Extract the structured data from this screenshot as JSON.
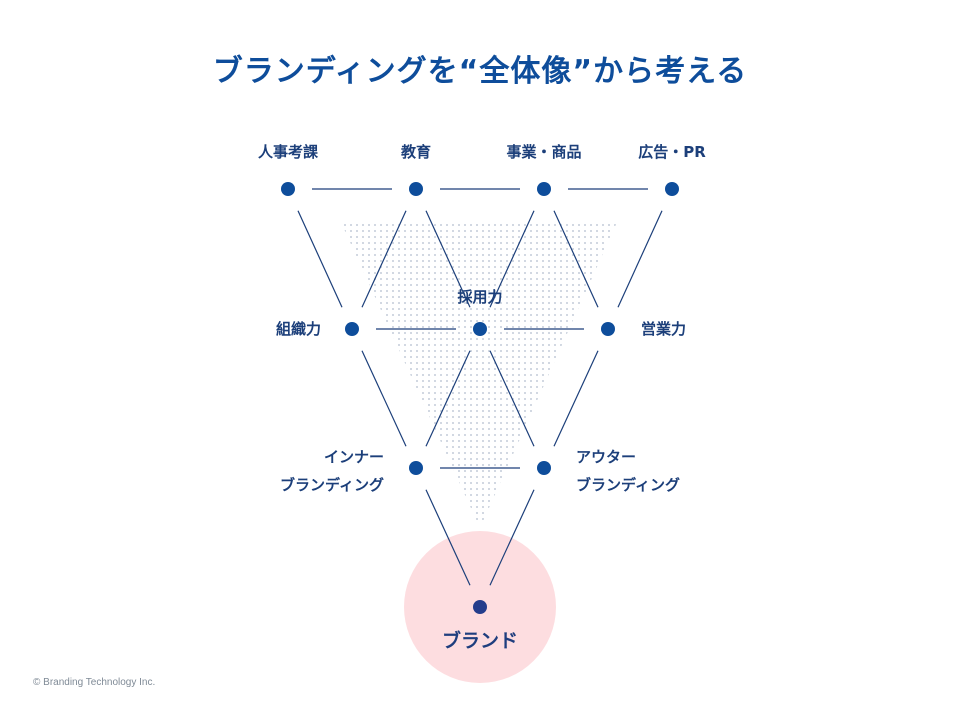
{
  "title": "ブランディングを“全体像”から考える",
  "colors": {
    "primary": "#0e4d9b",
    "line": "#1c3f7a",
    "dot_pattern": "#c3ccd8",
    "brand_circle": "#fddde0",
    "brand_dot": "#243d8c",
    "brand_text": "#1f3e7e"
  },
  "nodes": [
    {
      "id": "hr",
      "label": [
        "人事考課"
      ]
    },
    {
      "id": "edu",
      "label": [
        "教育"
      ]
    },
    {
      "id": "biz",
      "label": [
        "事業・商品"
      ]
    },
    {
      "id": "ad",
      "label": [
        "広告・PR"
      ]
    },
    {
      "id": "org",
      "label": [
        "組織力"
      ]
    },
    {
      "id": "recruit",
      "label": [
        "採用力"
      ]
    },
    {
      "id": "sales",
      "label": [
        "営業力"
      ]
    },
    {
      "id": "inner",
      "label": [
        "インナー",
        "ブランディング"
      ]
    },
    {
      "id": "outer",
      "label": [
        "アウター",
        "ブランディング"
      ]
    },
    {
      "id": "brand",
      "label": [
        "ブランド"
      ]
    }
  ],
  "edges": [
    [
      "hr",
      "edu"
    ],
    [
      "edu",
      "biz"
    ],
    [
      "biz",
      "ad"
    ],
    [
      "hr",
      "org"
    ],
    [
      "edu",
      "org"
    ],
    [
      "edu",
      "recruit"
    ],
    [
      "biz",
      "recruit"
    ],
    [
      "biz",
      "sales"
    ],
    [
      "ad",
      "sales"
    ],
    [
      "org",
      "recruit"
    ],
    [
      "recruit",
      "sales"
    ],
    [
      "org",
      "inner"
    ],
    [
      "recruit",
      "inner"
    ],
    [
      "recruit",
      "outer"
    ],
    [
      "sales",
      "outer"
    ],
    [
      "inner",
      "outer"
    ],
    [
      "inner",
      "brand"
    ],
    [
      "outer",
      "brand"
    ]
  ],
  "copyright": "© Branding Technology Inc."
}
